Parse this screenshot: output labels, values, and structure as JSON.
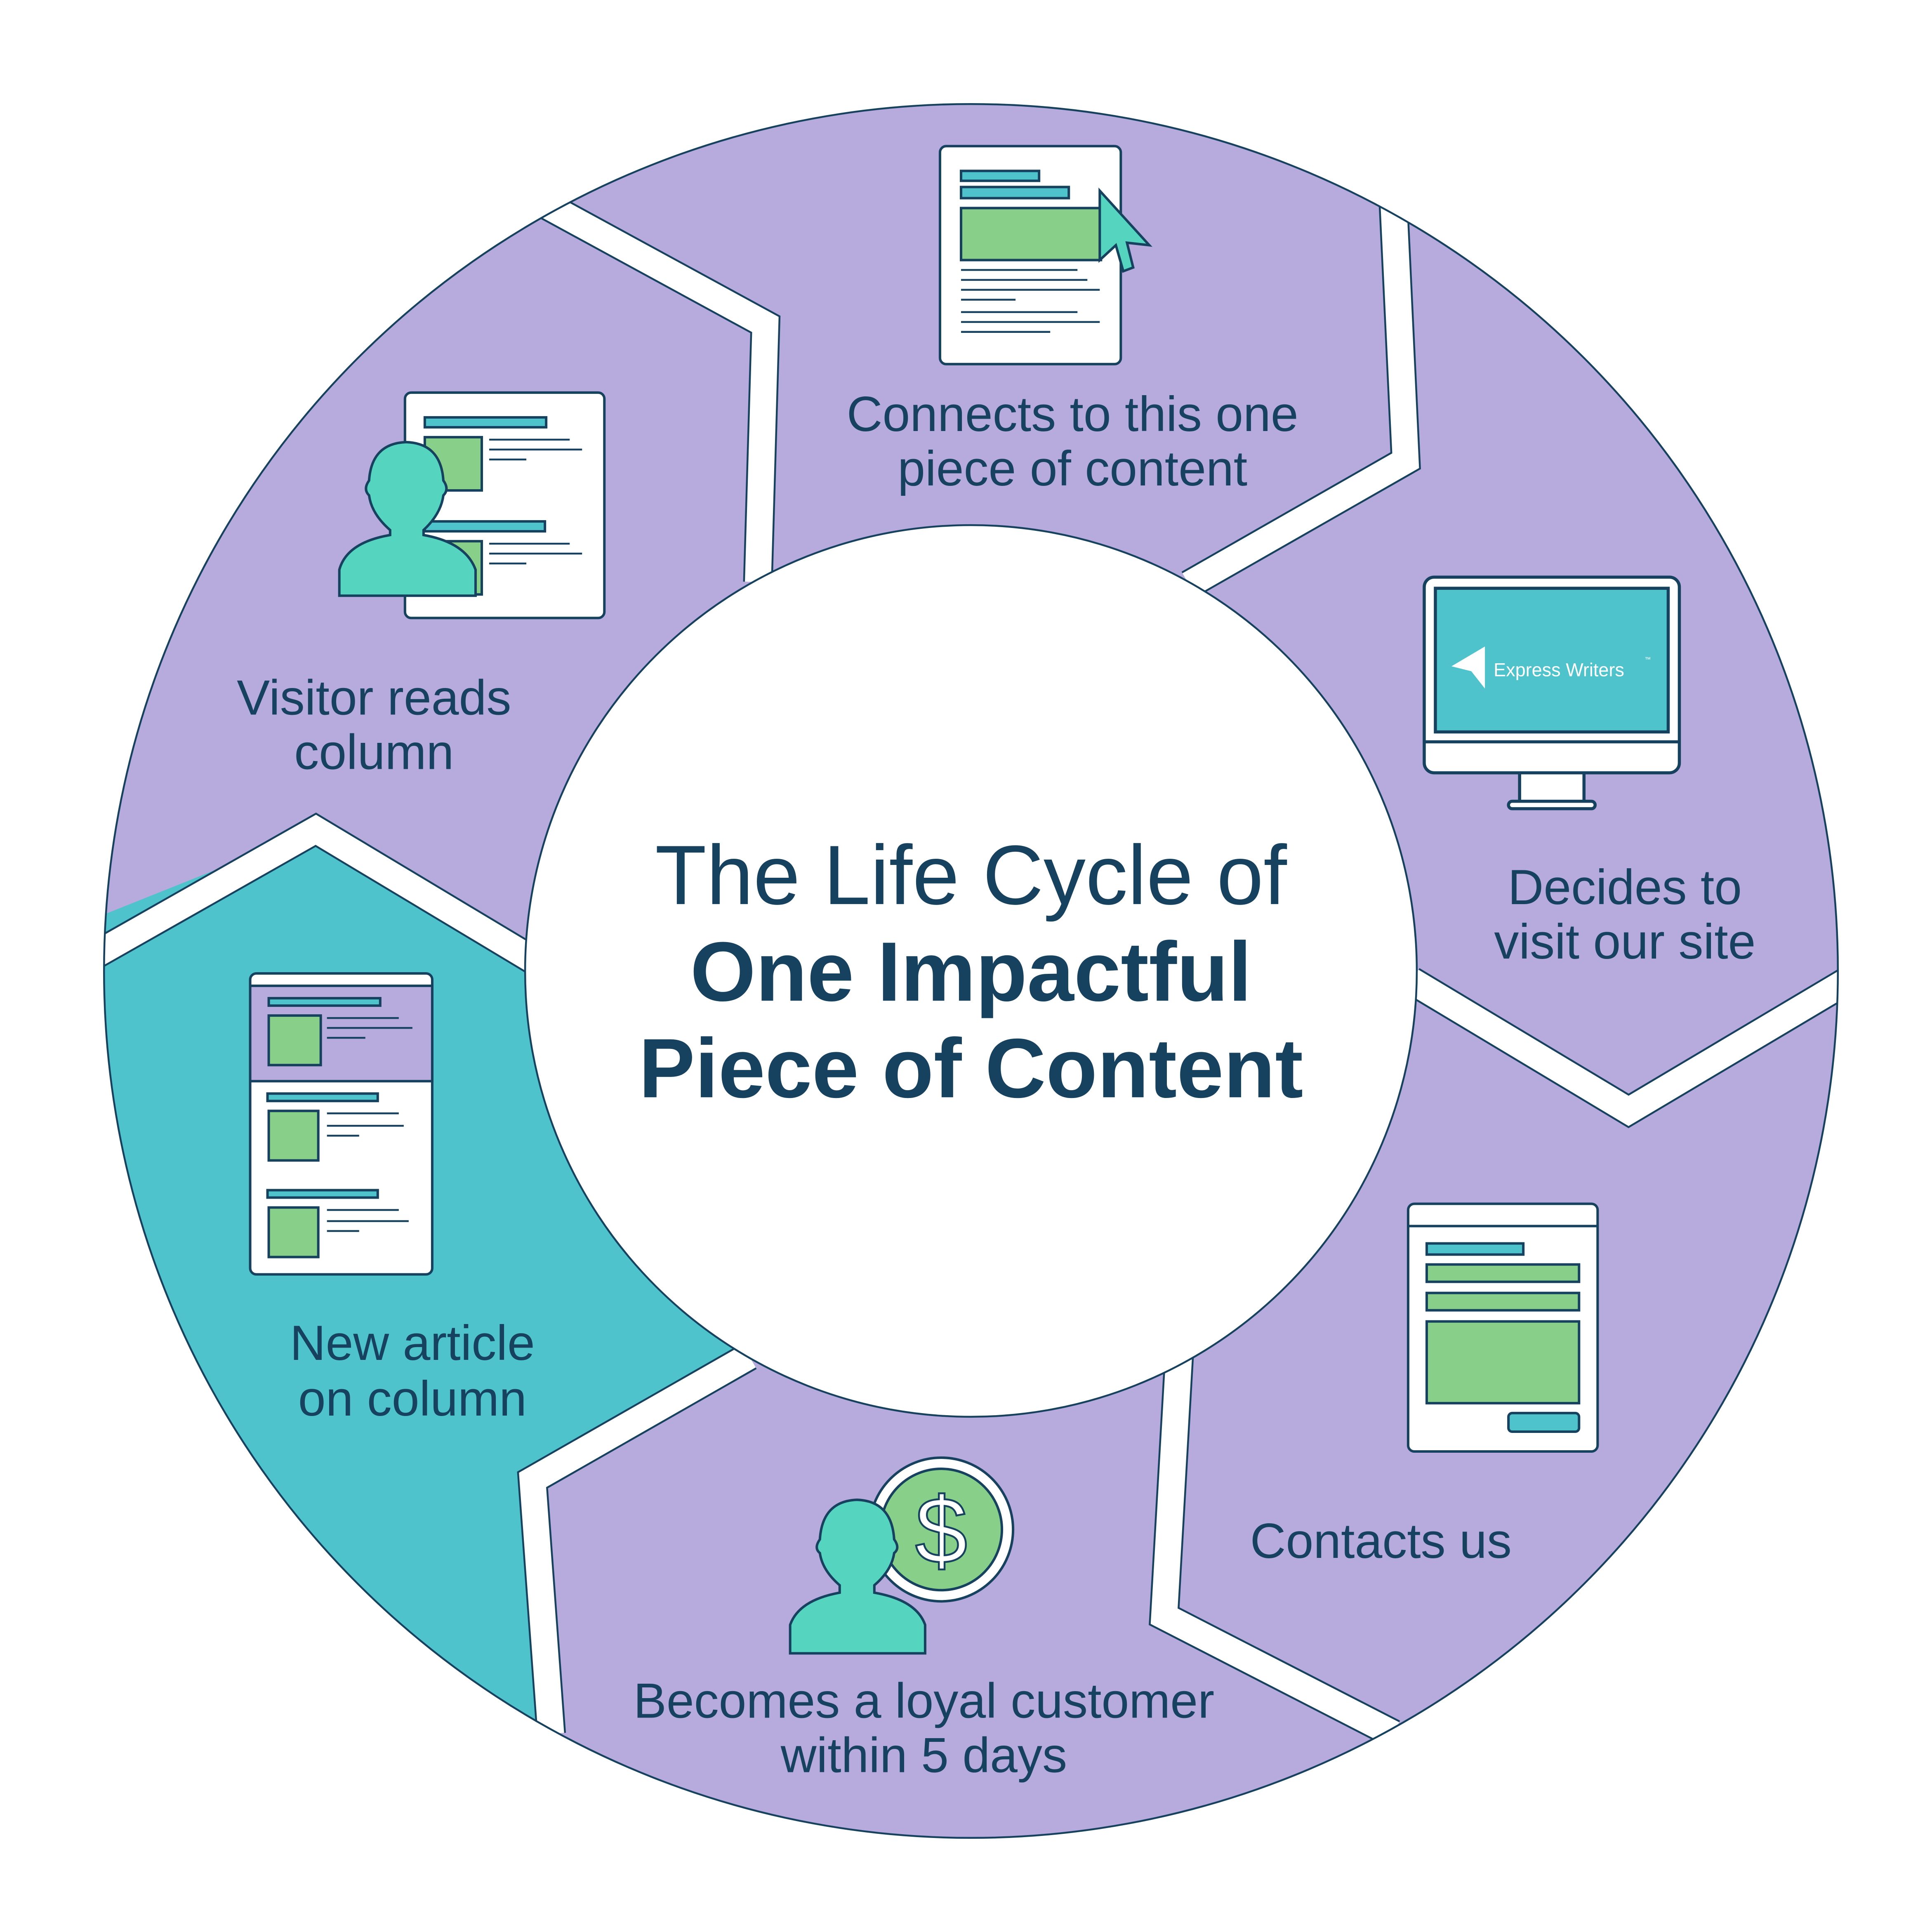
{
  "title": {
    "line1": "The Life Cycle of",
    "line2": "One Impactful",
    "line3": "Piece of Content"
  },
  "stages": [
    {
      "id": "new-article",
      "lines": [
        "New article",
        "on column"
      ],
      "icon": "article-list-icon",
      "highlighted": true
    },
    {
      "id": "visitor-reads",
      "lines": [
        "Visitor reads",
        "column"
      ],
      "icon": "person-reading-icon",
      "highlighted": false
    },
    {
      "id": "connects",
      "lines": [
        "Connects to this one",
        "piece of content"
      ],
      "icon": "document-click-icon",
      "highlighted": false
    },
    {
      "id": "visits-site",
      "lines": [
        "Decides to",
        "visit our site"
      ],
      "icon": "monitor-icon",
      "highlighted": false
    },
    {
      "id": "contacts",
      "lines": [
        "Contacts us"
      ],
      "icon": "contact-form-icon",
      "highlighted": false
    },
    {
      "id": "loyal-customer",
      "lines": [
        "Becomes a loyal customer",
        "within 5 days"
      ],
      "icon": "customer-dollar-icon",
      "highlighted": false
    }
  ],
  "logo": {
    "text": "Express Writers",
    "tm": "™"
  },
  "colors": {
    "purple": "#b6abdc",
    "teal": "#4fc3cc",
    "navy": "#17425f",
    "green": "#88d08a",
    "cyan": "#4fc3cc",
    "mint": "#55d4c0"
  }
}
